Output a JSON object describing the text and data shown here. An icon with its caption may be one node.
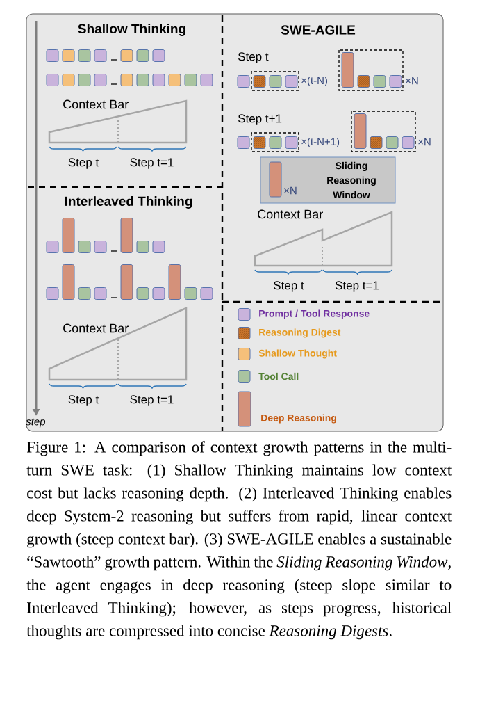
{
  "diagram": {
    "caption": "Figure 1: A comparison of context growth patterns in the multi-turn SWE task: (1) Shallow Thinking maintains low context cost but lacks reasoning depth. (2) Interleaved Thinking enables deep System-2 reasoning but suffers from rapid, linear context growth (steep context bar). (3) SWE-AGILE enables a sustainable “Sawtooth” growth pattern. Within the *Sliding Reasoning Window*, the agent engages in deep reasoning (steep slope similar to Interleaved Thinking); however, as steps progress, historical thoughts are compressed into concise *Reasoning Digests*.",
    "nodes": [
      {
        "text": [
          "×N",
          "Sliding Reasoning Window"
        ]
      }
    ],
    "labels": [
      "Shallow Thinking",
      "Context Bar",
      "Step t",
      "Step t=1",
      "Interleaved Thinking",
      "Context Bar",
      "Step t",
      "Step t=1",
      "SWE-AGILE",
      "Step t",
      "×(t-N)",
      "×N",
      "Step t+1",
      "×(t-N+1)",
      "×N",
      "Context Bar",
      "Step t",
      "Step t=1",
      "step"
    ],
    "legend": [
      {
        "text": "Prompt / Tool Response",
        "color": "#c9b3dc"
      },
      {
        "text": "Reasoning Digest",
        "color": "#c8742c"
      },
      {
        "text": "Shallow Thought",
        "color": "#f5c07a"
      },
      {
        "text": "Tool Call",
        "color": "#a9c4a0"
      },
      {
        "text": "Deep Reasoning",
        "color": "#d4917a"
      }
    ]
  }
}
